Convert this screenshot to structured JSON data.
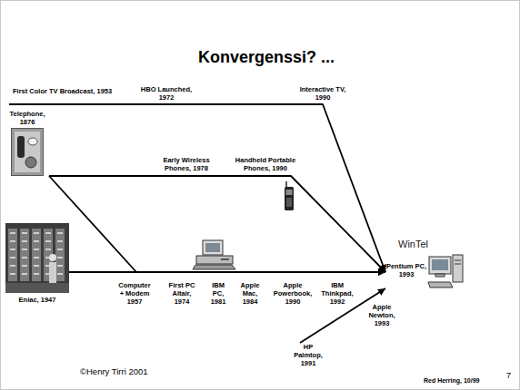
{
  "diagram": {
    "title": "Konvergenssi? ...",
    "nodes": [
      {
        "text": [
          "First Color TV Broadcast, 1953"
        ]
      },
      {
        "text": [
          "Telephone, 1876"
        ]
      },
      {
        "text": [
          "Eniac, 1947"
        ]
      },
      {
        "text": [
          "WinTel",
          "Pentium PC, 1993"
        ]
      },
      {
        "text": [
          "HP Palmtop, 1991"
        ]
      }
    ],
    "edges": [
      {
        "from": 0,
        "to": 3,
        "arrow": "to"
      },
      {
        "from": 1,
        "to": 3,
        "arrow": "to"
      },
      {
        "from": 1,
        "to": 3,
        "arrow": "to"
      },
      {
        "from": 2,
        "to": 3,
        "arrow": "to"
      },
      {
        "from": 4,
        "to": 3,
        "arrow": "to"
      }
    ],
    "labels": [
      "HBO Launched, 1972",
      "Interactive TV, 1990",
      "Early Wireless Phones, 1978",
      "Handheld Portable Phones, 1990",
      "Computer + Modem 1957",
      "First PC Altair, 1974",
      "IBM PC, 1981",
      "Apple Mac, 1984",
      "Apple Powerbook, 1990",
      "IBM Thinkpad, 1992",
      "Apple Newton, 1993",
      "©Henry Tirri 2001",
      "Red Herring, 10/99",
      "7"
    ]
  }
}
